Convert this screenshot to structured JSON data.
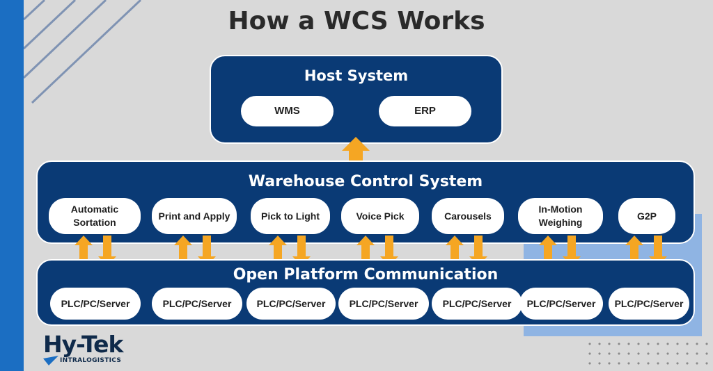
{
  "title": "How a WCS Works",
  "host_system": {
    "title": "Host System",
    "items": [
      "WMS",
      "ERP"
    ]
  },
  "warehouse_control_system": {
    "title": "Warehouse Control System",
    "items": [
      "Automatic Sortation",
      "Print and Apply",
      "Pick to Light",
      "Voice Pick",
      "Carousels",
      "In-Motion Weighing",
      "G2P"
    ]
  },
  "open_platform_communication": {
    "title": "Open Platform Communication",
    "items": [
      "PLC/PC/Server",
      "PLC/PC/Server",
      "PLC/PC/Server",
      "PLC/PC/Server",
      "PLC/PC/Server",
      "PLC/PC/Server",
      "PLC/PC/Server"
    ]
  },
  "logo": {
    "name": "Hy-Tek",
    "tagline": "INTRALOGISTICS"
  },
  "colors": {
    "navy": "#0a3a75",
    "arrow": "#f5a623",
    "accent_blue": "#1b6ec2",
    "light_blue": "#8fb4e3",
    "background": "#d9d9d9"
  }
}
